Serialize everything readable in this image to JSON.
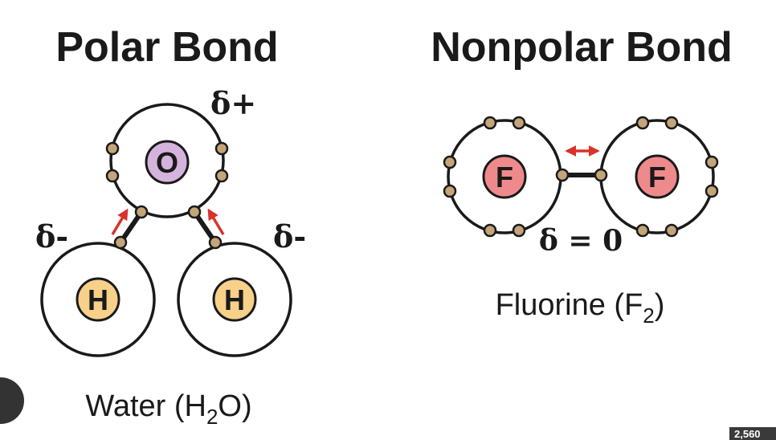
{
  "polar": {
    "title": "Polar Bond",
    "oxygen_label": "O",
    "hydrogen_label": "H",
    "delta_plus": "δ+",
    "delta_minus": "δ-",
    "caption_prefix": "Water (H",
    "caption_sub": "2",
    "caption_suffix": "O)"
  },
  "nonpolar": {
    "title": "Nonpolar Bond",
    "fluorine_label": "F",
    "delta_zero": "δ = 0",
    "caption_prefix": "Fluorine (F",
    "caption_sub": "2",
    "caption_suffix": ")"
  },
  "badge": "2,560",
  "colors": {
    "oxygen": "#d4b4dc",
    "hydrogen": "#f7d08a",
    "fluorine": "#ef8a8c",
    "electron": "#c4a57a",
    "arrow": "#d8322a",
    "line": "#1a1a1a"
  }
}
